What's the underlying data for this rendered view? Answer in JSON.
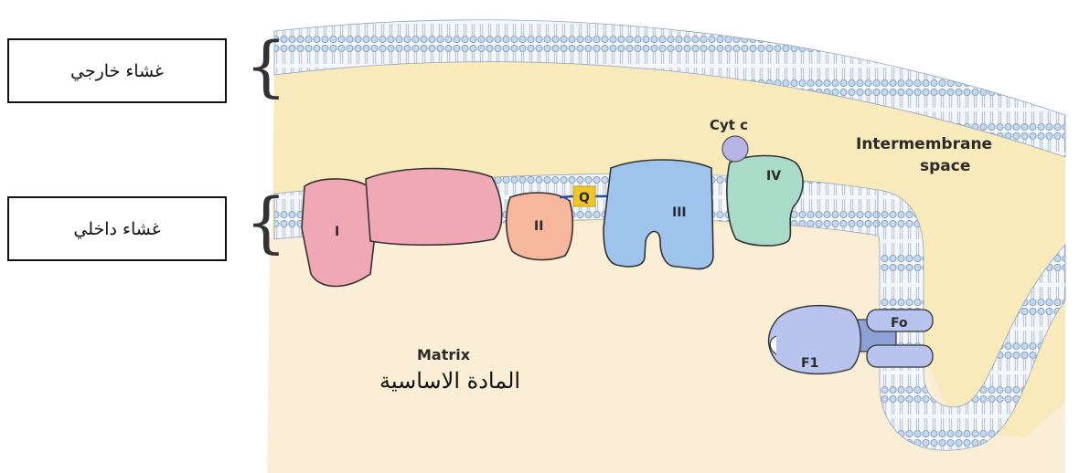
{
  "labels": {
    "outer_membrane_ar": "غشاء خارجي",
    "inner_membrane_ar": "غشاء داخلي",
    "matrix_ar": "المادة الاساسية",
    "matrix_en": "Matrix",
    "intermembrane_line1": "Intermembrane",
    "intermembrane_line2": "space",
    "cyt_c": "Cyt c",
    "q": "Q",
    "complex_1": "I",
    "complex_2": "II",
    "complex_3": "III",
    "complex_4": "IV",
    "f1": "F1",
    "fo": "Fo"
  },
  "colors": {
    "intermembrane": "#f8eaba",
    "matrix": "#fbeed7",
    "lipid_head": "#c5d8ee",
    "lipid_outline": "#7f98b8",
    "complex_1": "#f0a8b4",
    "complex_2": "#f6b79c",
    "complex_3": "#9ec4ee",
    "complex_4": "#a8dbc8",
    "cyt_c": "#b6b4e6",
    "q": "#f2c62a",
    "atp_synthase": "#b8c4ee"
  }
}
